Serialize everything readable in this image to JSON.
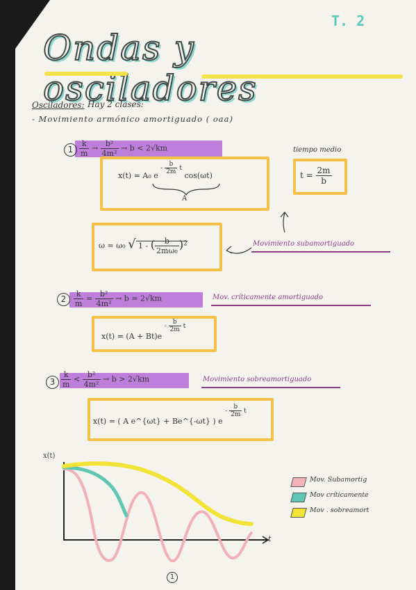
{
  "header": {
    "title": "Ondas y osciladores",
    "tag": "T. 2"
  },
  "intro": {
    "heading": "Osciladores:",
    "line1": "Hay 2 clases:",
    "line2": "- Movimiento armónico amortiguado ( oaa)"
  },
  "case1": {
    "number": "1",
    "condition_num": "k",
    "condition_den": "m",
    "condition_rhs_num": "b²",
    "condition_rhs_den": "4m²",
    "condition_result": "→ b < 2√km",
    "formula_lhs": "x(t) = A₀ e",
    "exp_num": "b",
    "exp_den": "2m",
    "exp_var": "t",
    "formula_tail": "cos(ωt)",
    "brace_label": "A",
    "time_label": "tiempo medio",
    "time_lhs": "t =",
    "time_num": "2m",
    "time_den": "b",
    "omega_lhs": "ω = ω₀",
    "omega_inner": "1 -",
    "omega_num": "b",
    "omega_den": "2mω₀",
    "omega_pow": "2",
    "label": "Movimiento subamortiguado"
  },
  "case2": {
    "number": "2",
    "condition_num": "k",
    "condition_den": "m",
    "condition_rhs_num": "b²",
    "condition_rhs_den": "4m²",
    "condition_result": "→ b = 2√km",
    "label": "Mov. críticamente amortiguado",
    "formula": "x(t) = (A + Bt)e",
    "exp_num": "b",
    "exp_den": "2m",
    "exp_var": "t"
  },
  "case3": {
    "number": "3",
    "condition_num": "k",
    "condition_den": "m",
    "condition_rhs_num": "b²",
    "condition_rhs_den": "4m²",
    "condition_result": "→ b > 2√km",
    "label": "Movimiento sobreamortiguado",
    "formula": "x(t) = ( A e^{ωt} + Be^{-ωt} ) e",
    "exp_num": "b",
    "exp_den": "2m",
    "exp_var": "t"
  },
  "graph": {
    "y_label": "x(t)",
    "x_label": "t",
    "legend": [
      {
        "label": "Mov. Subamortig",
        "color": "#f2b3b8"
      },
      {
        "label": "Mov críticamente",
        "color": "#5fc7b3"
      },
      {
        "label": "Mov . sobreamort",
        "color": "#f2e436"
      }
    ],
    "footer_number": "1"
  }
}
